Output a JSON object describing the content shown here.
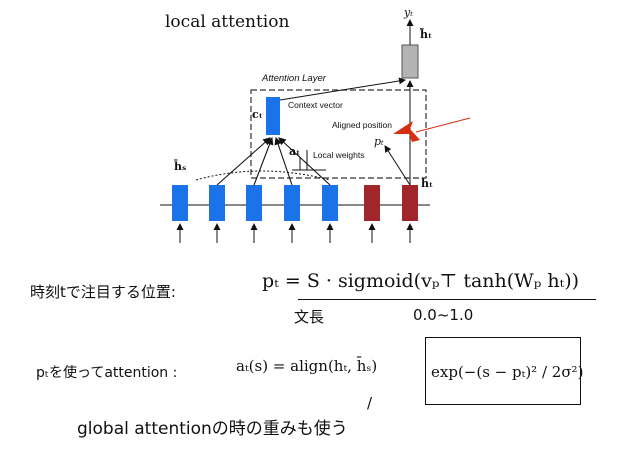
{
  "slide": {
    "title": "local attention",
    "diagram": {
      "output_label": "yₜ",
      "htilde_label": "h̃ₜ",
      "hs_label": "h̄ₛ",
      "ht_label": "hₜ",
      "ct_label": "cₜ",
      "at_label": "aₜ",
      "pt_label": "pₜ",
      "layer_title": "Attention Layer",
      "context_vector_label": "Context vector",
      "aligned_position_label": "Aligned position",
      "local_weights_label": "Local weights",
      "encoder_color": "#1a73e8",
      "decoder_color": "#a0262a",
      "output_color": "#b3b3b3",
      "arrow_color": "#d4300f"
    },
    "position_label": "時刻tで注目する位置:",
    "formula_pt": "pₜ = S · sigmoid(vₚ⊤ tanh(Wₚ hₜ))",
    "doc_length_label": "文長",
    "range_label": "0.0~1.0",
    "using_pt_label": "pₜを使ってattention :",
    "formula_align": "aₜ(s) = align(hₜ, h̄ₛ)",
    "formula_exp": "exp(−(s − pₜ)² / 2σ²)",
    "slash": "/",
    "reuse_label": "global attentionの時の重みも使う"
  }
}
